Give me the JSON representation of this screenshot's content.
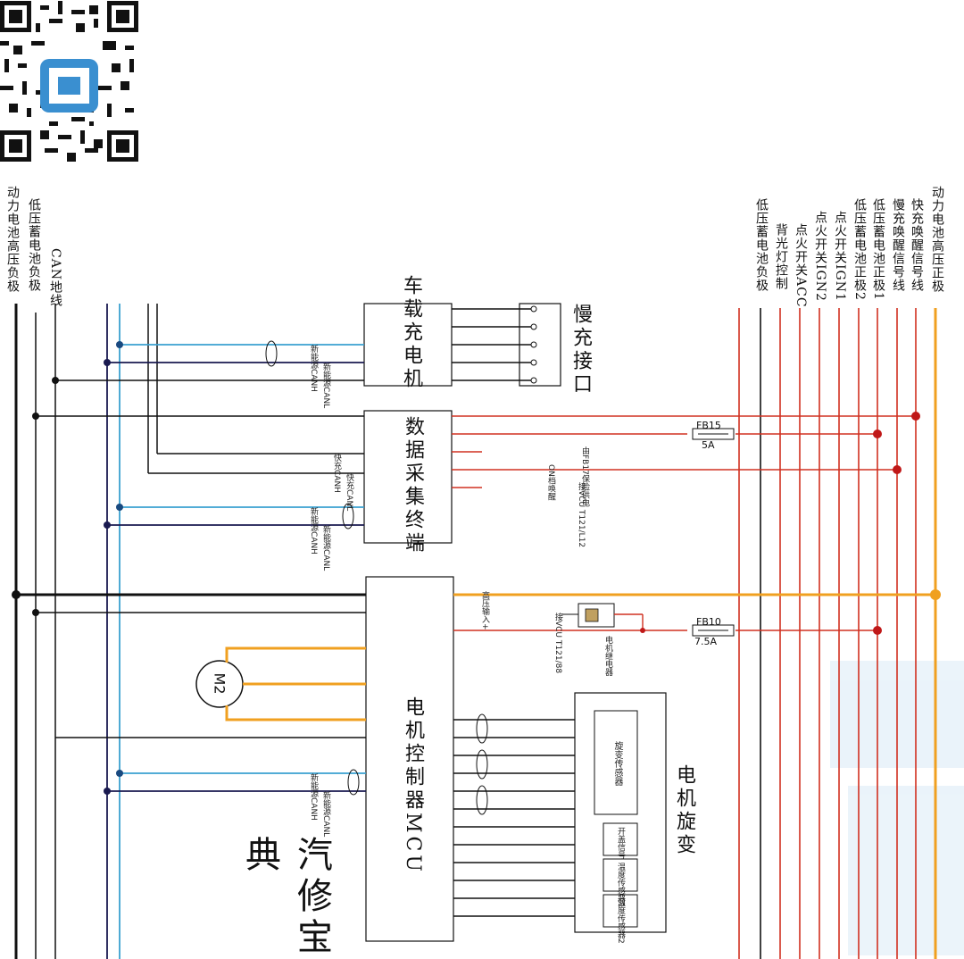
{
  "rails_left": [
    {
      "label": "动力电池高压负极",
      "color": "#111111"
    },
    {
      "label": "低压蓄电池负极",
      "color": "#111111"
    },
    {
      "label": "CAN地线",
      "color": "#111111"
    }
  ],
  "rails_right": [
    {
      "label": "动力电池高压正极",
      "color": "#f0a020"
    },
    {
      "label": "快充唤醒信号线",
      "color": "#d03020"
    },
    {
      "label": "慢充唤醒信号线",
      "color": "#d03020"
    },
    {
      "label": "低压蓄电池正极1",
      "color": "#d03020"
    },
    {
      "label": "低压蓄电池正极2",
      "color": "#d03020"
    },
    {
      "label": "点火开关IGN1",
      "color": "#d03020"
    },
    {
      "label": "点火开关IGN2",
      "color": "#d03020"
    },
    {
      "label": "点火开关ACC",
      "color": "#d03020"
    },
    {
      "label": "背光灯控制",
      "color": "#d03020"
    },
    {
      "label": "低压蓄电池负极",
      "color": "#111111"
    }
  ],
  "components": {
    "onboard_charger": "车载充电机",
    "slow_charge_port": "慢充接口",
    "data_terminal": "数据采集终端",
    "mcu": "电机控制器MCU",
    "resolver": "电机旋变",
    "motor": "M2",
    "resolver_sensor": "旋变传感器",
    "switch_signal": "开盖信号",
    "temp_sensor_1": "温度传感器1",
    "temp_sensor_2": "温度传感器2"
  },
  "fuses": [
    {
      "name": "FB15",
      "rating": "5A"
    },
    {
      "name": "FB10",
      "rating": "7.5A"
    }
  ],
  "notes": {
    "vcu_1": "接VCU T121/L12",
    "vcu_2": "接VCU T121/88",
    "fb17": "由FB17保险供电",
    "on_wake": "ON档唤醒",
    "can_h": "新能源CANH",
    "can_l": "新能源CANL",
    "fast_can_h": "快充CANH",
    "fast_can_l": "快充CANL",
    "hv_input": "高压输入+",
    "relay": "电机继电器"
  },
  "watermark": "汽修宝典",
  "colors": {
    "red": "#d03020",
    "orange": "#f0a020",
    "blue": "#3aa0d0",
    "black": "#111111",
    "navy": "#1a1a50"
  }
}
